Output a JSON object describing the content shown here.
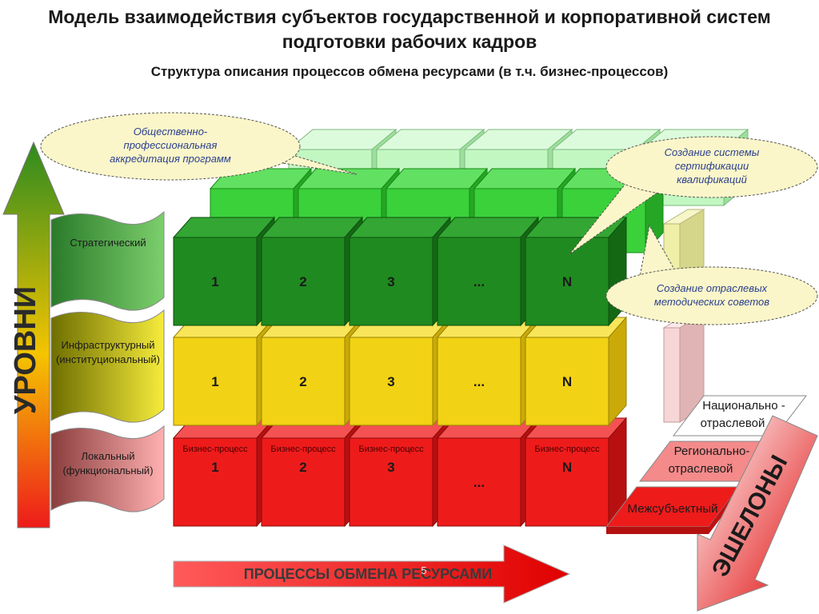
{
  "header": {
    "title_line1": "Модель взаимодействия субъектов государственной и корпоративной систем",
    "title_line2": "подготовки рабочих кадров",
    "subtitle": "Структура описания процессов обмена ресурсами (в т.ч. бизнес-процессов)"
  },
  "levels_axis": {
    "label": "УРОВНИ"
  },
  "levels": [
    {
      "line1": "Стратегический",
      "line2": ""
    },
    {
      "line1": "Инфраструктурный",
      "line2": "(институциональный)"
    },
    {
      "line1": "Локальный",
      "line2": "(функциональный)"
    }
  ],
  "columns": [
    "1",
    "2",
    "3",
    "...",
    "N"
  ],
  "bp_label": "Бизнес-процесс",
  "callouts": {
    "accreditation": [
      "Общественно-",
      "профессиональная",
      "аккредитация программ"
    ],
    "certification": [
      "Создание системы",
      "сертификации",
      "квалификаций"
    ],
    "councils": [
      "Создание отраслевых",
      "методических советов"
    ]
  },
  "echelons_axis": {
    "label": "ЭШЕЛОНЫ"
  },
  "echelons": [
    {
      "line1": "Национально -",
      "line2": "отраслевой"
    },
    {
      "line1": "Регионально-",
      "line2": "отраслевой"
    },
    {
      "line1": "Межсубъектный",
      "line2": ""
    }
  ],
  "processes_axis": {
    "label": "ПРОЦЕССЫ ОБМЕНА РЕСУРСАМИ"
  },
  "page_number": "5",
  "colors": {
    "green_dark": "#1f8a1f",
    "green_mid": "#33cc33",
    "green_light": "#a8f0a8",
    "yellow": "#f2d214",
    "red": "#ee1b1b"
  }
}
